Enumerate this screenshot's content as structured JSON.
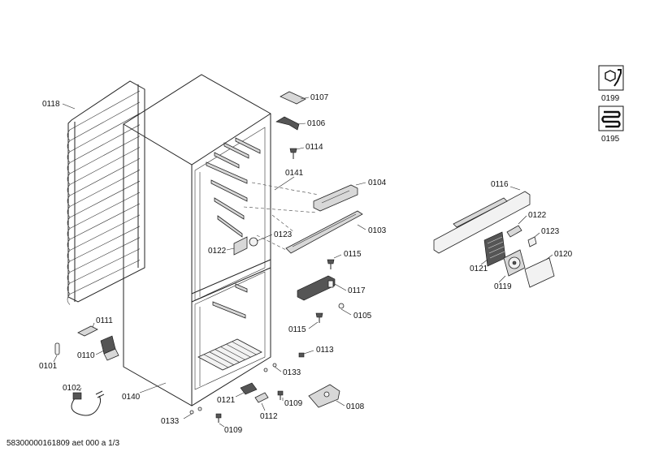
{
  "footer": "58300000161809 aet 000 a 1/3",
  "labels": {
    "p0118": "0118",
    "p0107": "0107",
    "p0106": "0106",
    "p0114": "0114",
    "p0141": "0141",
    "p0104": "0104",
    "p0103": "0103",
    "p0123a": "0123",
    "p0122a": "0122",
    "p0115a": "0115",
    "p0117": "0117",
    "p0105": "0105",
    "p0115b": "0115",
    "p0113": "0113",
    "p0133a": "0133",
    "p0111": "0111",
    "p0110": "0110",
    "p0101": "0101",
    "p0102": "0102",
    "p0140": "0140",
    "p0121a": "0121",
    "p0109a": "0109",
    "p0108": "0108",
    "p0112": "0112",
    "p0133b": "0133",
    "p0109b": "0109",
    "p0116": "0116",
    "p0122b": "0122",
    "p0123b": "0123",
    "p0120": "0120",
    "p0121b": "0121",
    "p0119": "0119",
    "p0199": "0199",
    "p0195": "0195"
  },
  "icons": {
    "tool": "wrench-hex-icon",
    "service": "coil-icon"
  }
}
